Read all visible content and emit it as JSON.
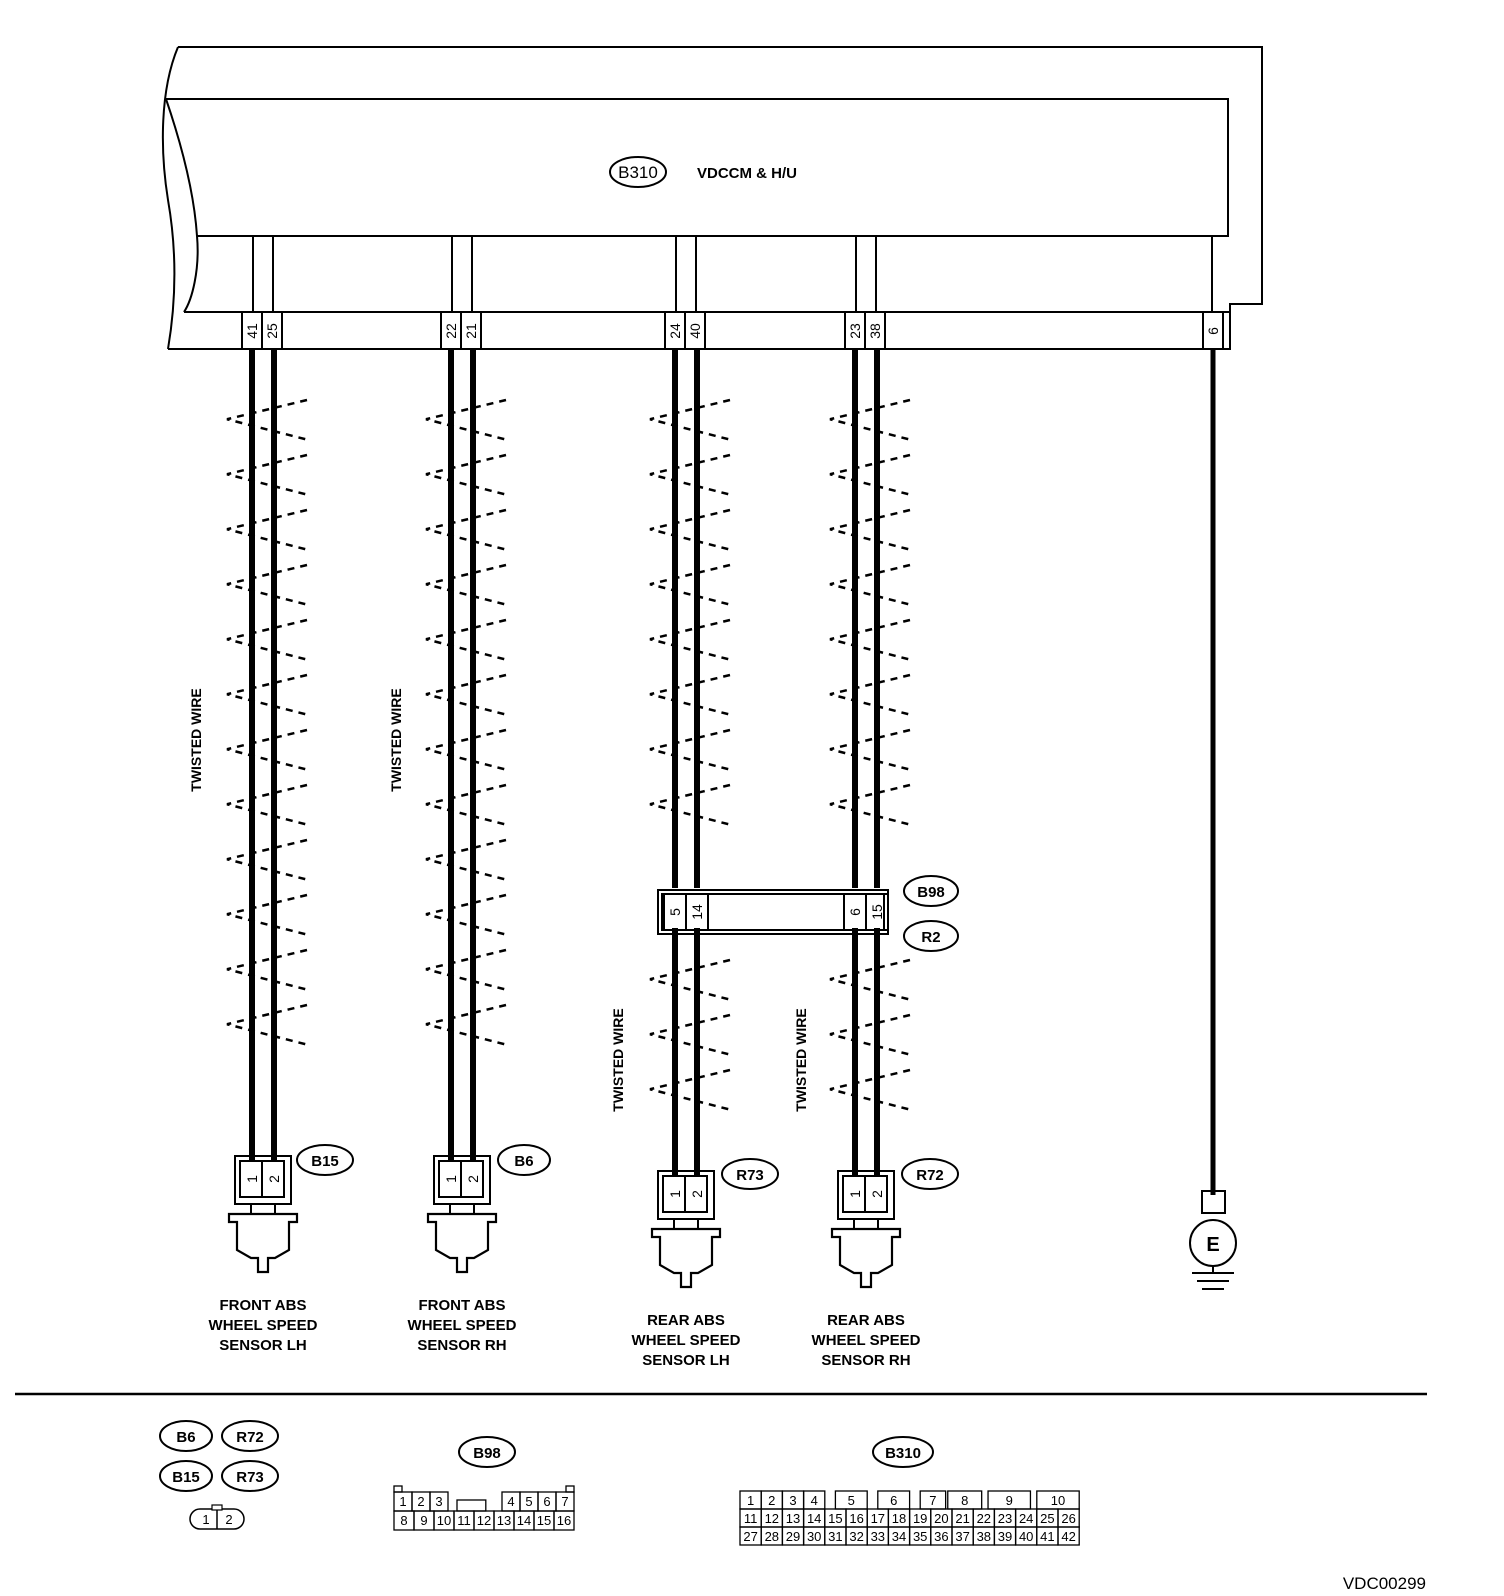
{
  "module": {
    "connector": "B310",
    "name": "VDCCM & H/U",
    "pins": [
      "41",
      "25",
      "22",
      "21",
      "24",
      "40",
      "23",
      "38",
      "6"
    ]
  },
  "twisted_wire_label": "TWISTED WIRE",
  "intermediate_connector": {
    "top_id": "B98",
    "bottom_id": "R2",
    "pins": [
      "5",
      "14",
      "6",
      "15"
    ]
  },
  "sensors": [
    {
      "connector": "B15",
      "pins": [
        "1",
        "2"
      ],
      "label_lines": [
        "FRONT ABS",
        "WHEEL SPEED",
        "SENSOR LH"
      ]
    },
    {
      "connector": "B6",
      "pins": [
        "1",
        "2"
      ],
      "label_lines": [
        "FRONT ABS",
        "WHEEL SPEED",
        "SENSOR RH"
      ]
    },
    {
      "connector": "R73",
      "pins": [
        "1",
        "2"
      ],
      "label_lines": [
        "REAR ABS",
        "WHEEL SPEED",
        "SENSOR LH"
      ]
    },
    {
      "connector": "R72",
      "pins": [
        "1",
        "2"
      ],
      "label_lines": [
        "REAR ABS",
        "WHEEL SPEED",
        "SENSOR RH"
      ]
    }
  ],
  "ground": {
    "symbol": "E"
  },
  "legend": {
    "group_a": {
      "ids": [
        "B6",
        "R72",
        "B15",
        "R73"
      ],
      "pins": [
        "1",
        "2"
      ]
    },
    "b98": {
      "id": "B98",
      "row1": [
        "1",
        "2",
        "3",
        "4",
        "5",
        "6",
        "7"
      ],
      "row2": [
        "8",
        "9",
        "10",
        "11",
        "12",
        "13",
        "14",
        "15",
        "16"
      ]
    },
    "b310": {
      "id": "B310",
      "row1": [
        "1",
        "2",
        "3",
        "4",
        "5",
        "6",
        "7",
        "8",
        "9",
        "10"
      ],
      "row2": [
        "11",
        "12",
        "13",
        "14",
        "15",
        "16",
        "17",
        "18",
        "19",
        "20",
        "21",
        "22",
        "23",
        "24",
        "25",
        "26"
      ],
      "row3": [
        "27",
        "28",
        "29",
        "30",
        "31",
        "32",
        "33",
        "34",
        "35",
        "36",
        "37",
        "38",
        "39",
        "40",
        "41",
        "42"
      ]
    }
  },
  "diagram_code": "VDC00299"
}
